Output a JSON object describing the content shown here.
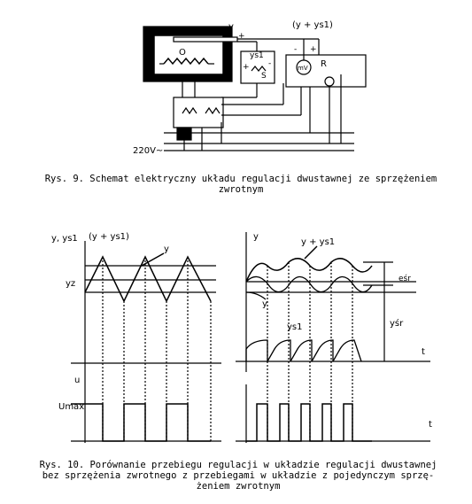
{
  "figure9": {
    "caption_line1": "Rys. 9. Schemat elektryczny układu regulacji dwustawnej ze sprzężeniem",
    "caption_line2": "zwrotnym",
    "labels": {
      "y": "y",
      "plus_top": "+",
      "y_plus_ys1": "(y + ys1)",
      "oven": "O",
      "ys1": "ys1",
      "plus_s": "+",
      "minus_s": "-",
      "s": "S",
      "minus_top": "-",
      "plus_r": "+",
      "mv": "mV",
      "r": "R",
      "voltage": "220V~"
    }
  },
  "figure10": {
    "caption_line1": "Rys. 10. Porównanie przebiegu regulacji w układzie regulacji dwustawnej",
    "caption_line2": "bez sprzężenia zwrotnego z przebiegami w układzie z pojedynczym sprzę-",
    "caption_line3": "żeniem zwrotnym",
    "left_panel": {
      "ylabel": "y, ys1",
      "sum_label": "(y + ys1)",
      "y_label": "y",
      "yz_label": "yz",
      "u_label": "u",
      "umax_label": "Umax"
    },
    "right_panel": {
      "ylabel": "y",
      "sum_label": "y + ys1",
      "e_label": "eśr",
      "y_label": "y",
      "ys1_label": "ys1",
      "ysr_label": "yśr",
      "t_label": "t",
      "t_label2": "t"
    }
  }
}
